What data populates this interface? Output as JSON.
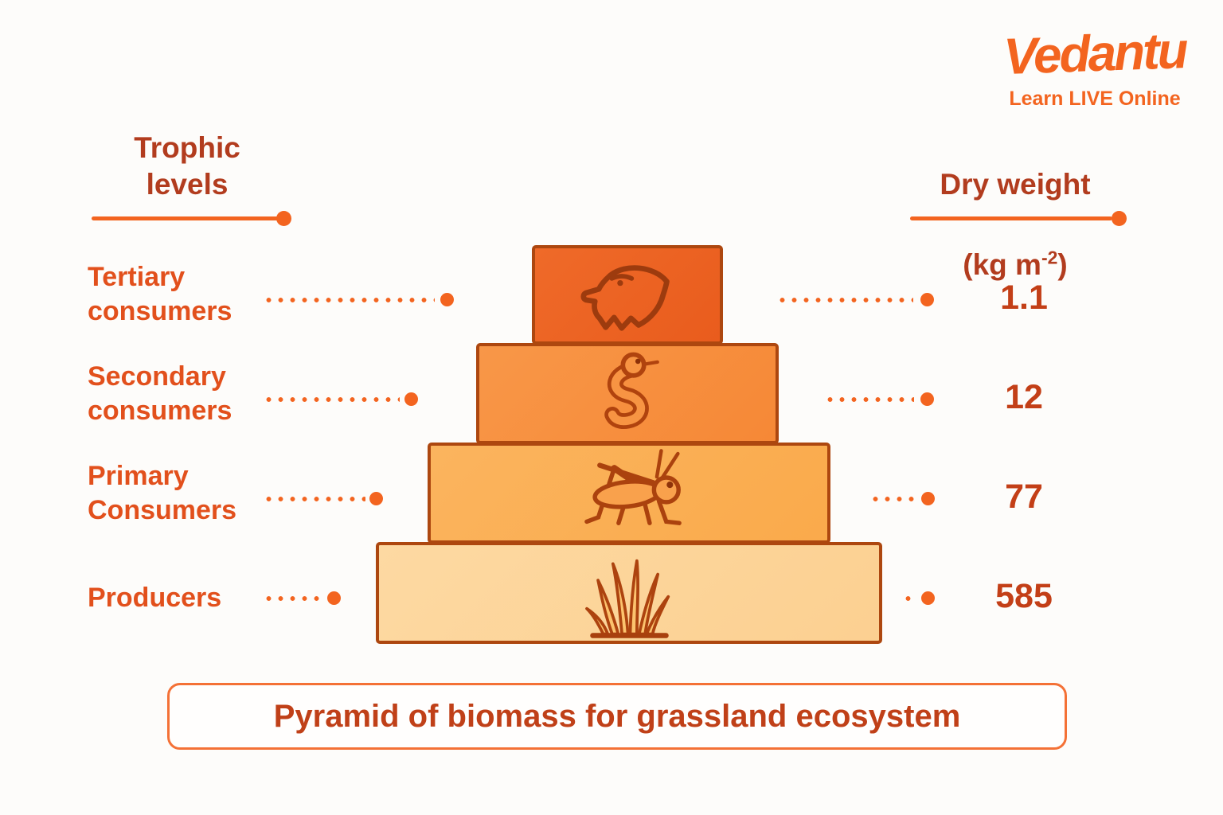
{
  "logo": {
    "name": "Vedantu",
    "tagline": "Learn LIVE Online"
  },
  "headers": {
    "left_title": "Trophic\nlevels",
    "right_title_line1": "Dry weight",
    "right_unit_prefix": "(kg m",
    "right_unit_sup": "-2",
    "right_unit_suffix": ")"
  },
  "rows": [
    {
      "label": "Tertiary\nconsumers",
      "icon": "eagle-icon",
      "value": "1.1"
    },
    {
      "label": "Secondary\nconsumers",
      "icon": "snake-icon",
      "value": "12"
    },
    {
      "label": "Primary\nConsumers",
      "icon": "grasshopper-icon",
      "value": "77"
    },
    {
      "label": "Producers",
      "icon": "grass-icon",
      "value": "585"
    }
  ],
  "caption": "Pyramid of biomass for grassland ecosystem",
  "colors": {
    "accent": "#f3641f",
    "heading": "#b23c1e",
    "label": "#e2501c",
    "value": "#c33f17",
    "caption_text": "#c04018",
    "tier_border": "#ad470f",
    "tier1": "#ec6123",
    "tier2": "#f78f3d",
    "tier3": "#fbb156",
    "tier4": "#fdd89e",
    "icon_stroke": "#a8400f",
    "icon_fill": "#f9a14c",
    "bg": "#fdfcfa"
  },
  "chart_data": {
    "type": "pyramid",
    "title": "Pyramid of biomass for grassland ecosystem",
    "level_axis_label": "Trophic levels",
    "value_axis_label": "Dry weight (kg m-2)",
    "categories": [
      "Producers",
      "Primary Consumers",
      "Secondary consumers",
      "Tertiary consumers"
    ],
    "values": [
      585,
      77,
      12,
      1.1
    ],
    "organisms": [
      "grass",
      "grasshopper",
      "snake",
      "eagle"
    ]
  }
}
